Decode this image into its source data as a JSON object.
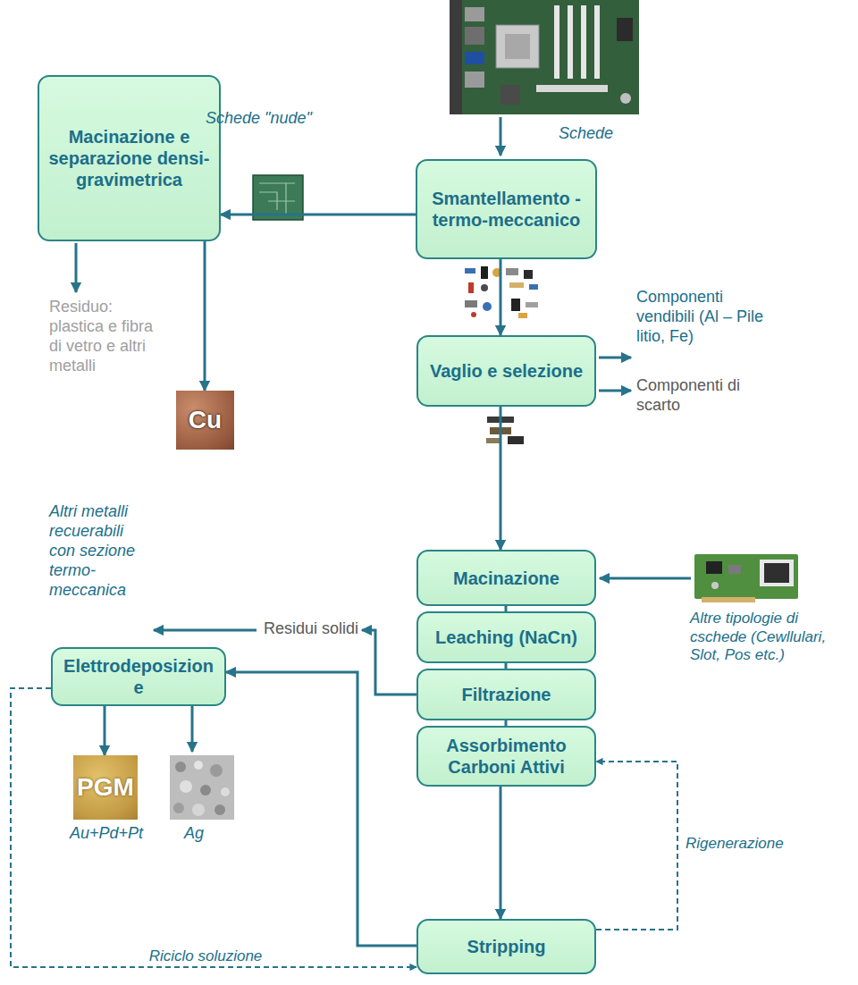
{
  "diagram": {
    "nodes": [
      {
        "text": [
          "Macinazione e separazione densi-gravimetrica"
        ]
      },
      {
        "text": [
          "Smantellamento - termo-meccanico"
        ]
      },
      {
        "text": [
          "Cu"
        ]
      },
      {
        "text": [
          "Vaglio e selezione"
        ]
      },
      {
        "text": [
          "Macinazione"
        ]
      },
      {
        "text": [
          "Leaching (NaCn)"
        ]
      },
      {
        "text": [
          "Elettrodeposizione"
        ]
      },
      {
        "text": [
          "Filtrazione"
        ]
      },
      {
        "text": [
          "Assorbimento Carboni Attivi"
        ]
      },
      {
        "text": [
          "PGM"
        ]
      },
      {
        "text": [
          "Stripping"
        ]
      }
    ],
    "edges": [
      {
        "from": 1,
        "to": 0,
        "arrow": "to"
      },
      {
        "from": 0,
        "to": 2,
        "arrow": "to"
      },
      {
        "from": 1,
        "to": 3,
        "arrow": "to"
      },
      {
        "from": 3,
        "to": 4,
        "arrow": "to"
      },
      {
        "from": 4,
        "to": 5,
        "arrow": "none"
      },
      {
        "from": 5,
        "to": 7,
        "arrow": "none"
      },
      {
        "from": 7,
        "to": 8,
        "arrow": "none"
      },
      {
        "from": 8,
        "to": 10,
        "arrow": "to"
      },
      {
        "from": 10,
        "to": 6,
        "arrow": "to"
      },
      {
        "from": 6,
        "to": 9,
        "arrow": "to"
      },
      {
        "from": 6,
        "to": 10,
        "label": "Riciclo soluzione",
        "arrow": "to"
      },
      {
        "from": 10,
        "to": 8,
        "label": "Rigenerazione",
        "arrow": "to"
      }
    ],
    "labels": [
      "Schede",
      "Schede \"nude\"",
      "Residuo: plastica e fibra di vetro e altri metalli",
      "Componenti vendibili (Al – Pile litio, Fe)",
      "Componenti di scarto",
      "Altri metalli recuerabili con sezione termo-meccanica",
      "Residui solidi",
      "Altre tipologie di cschede (Cewllulari, Slot, Pos etc.)",
      "Au+Pd+Pt",
      "Ag"
    ]
  }
}
